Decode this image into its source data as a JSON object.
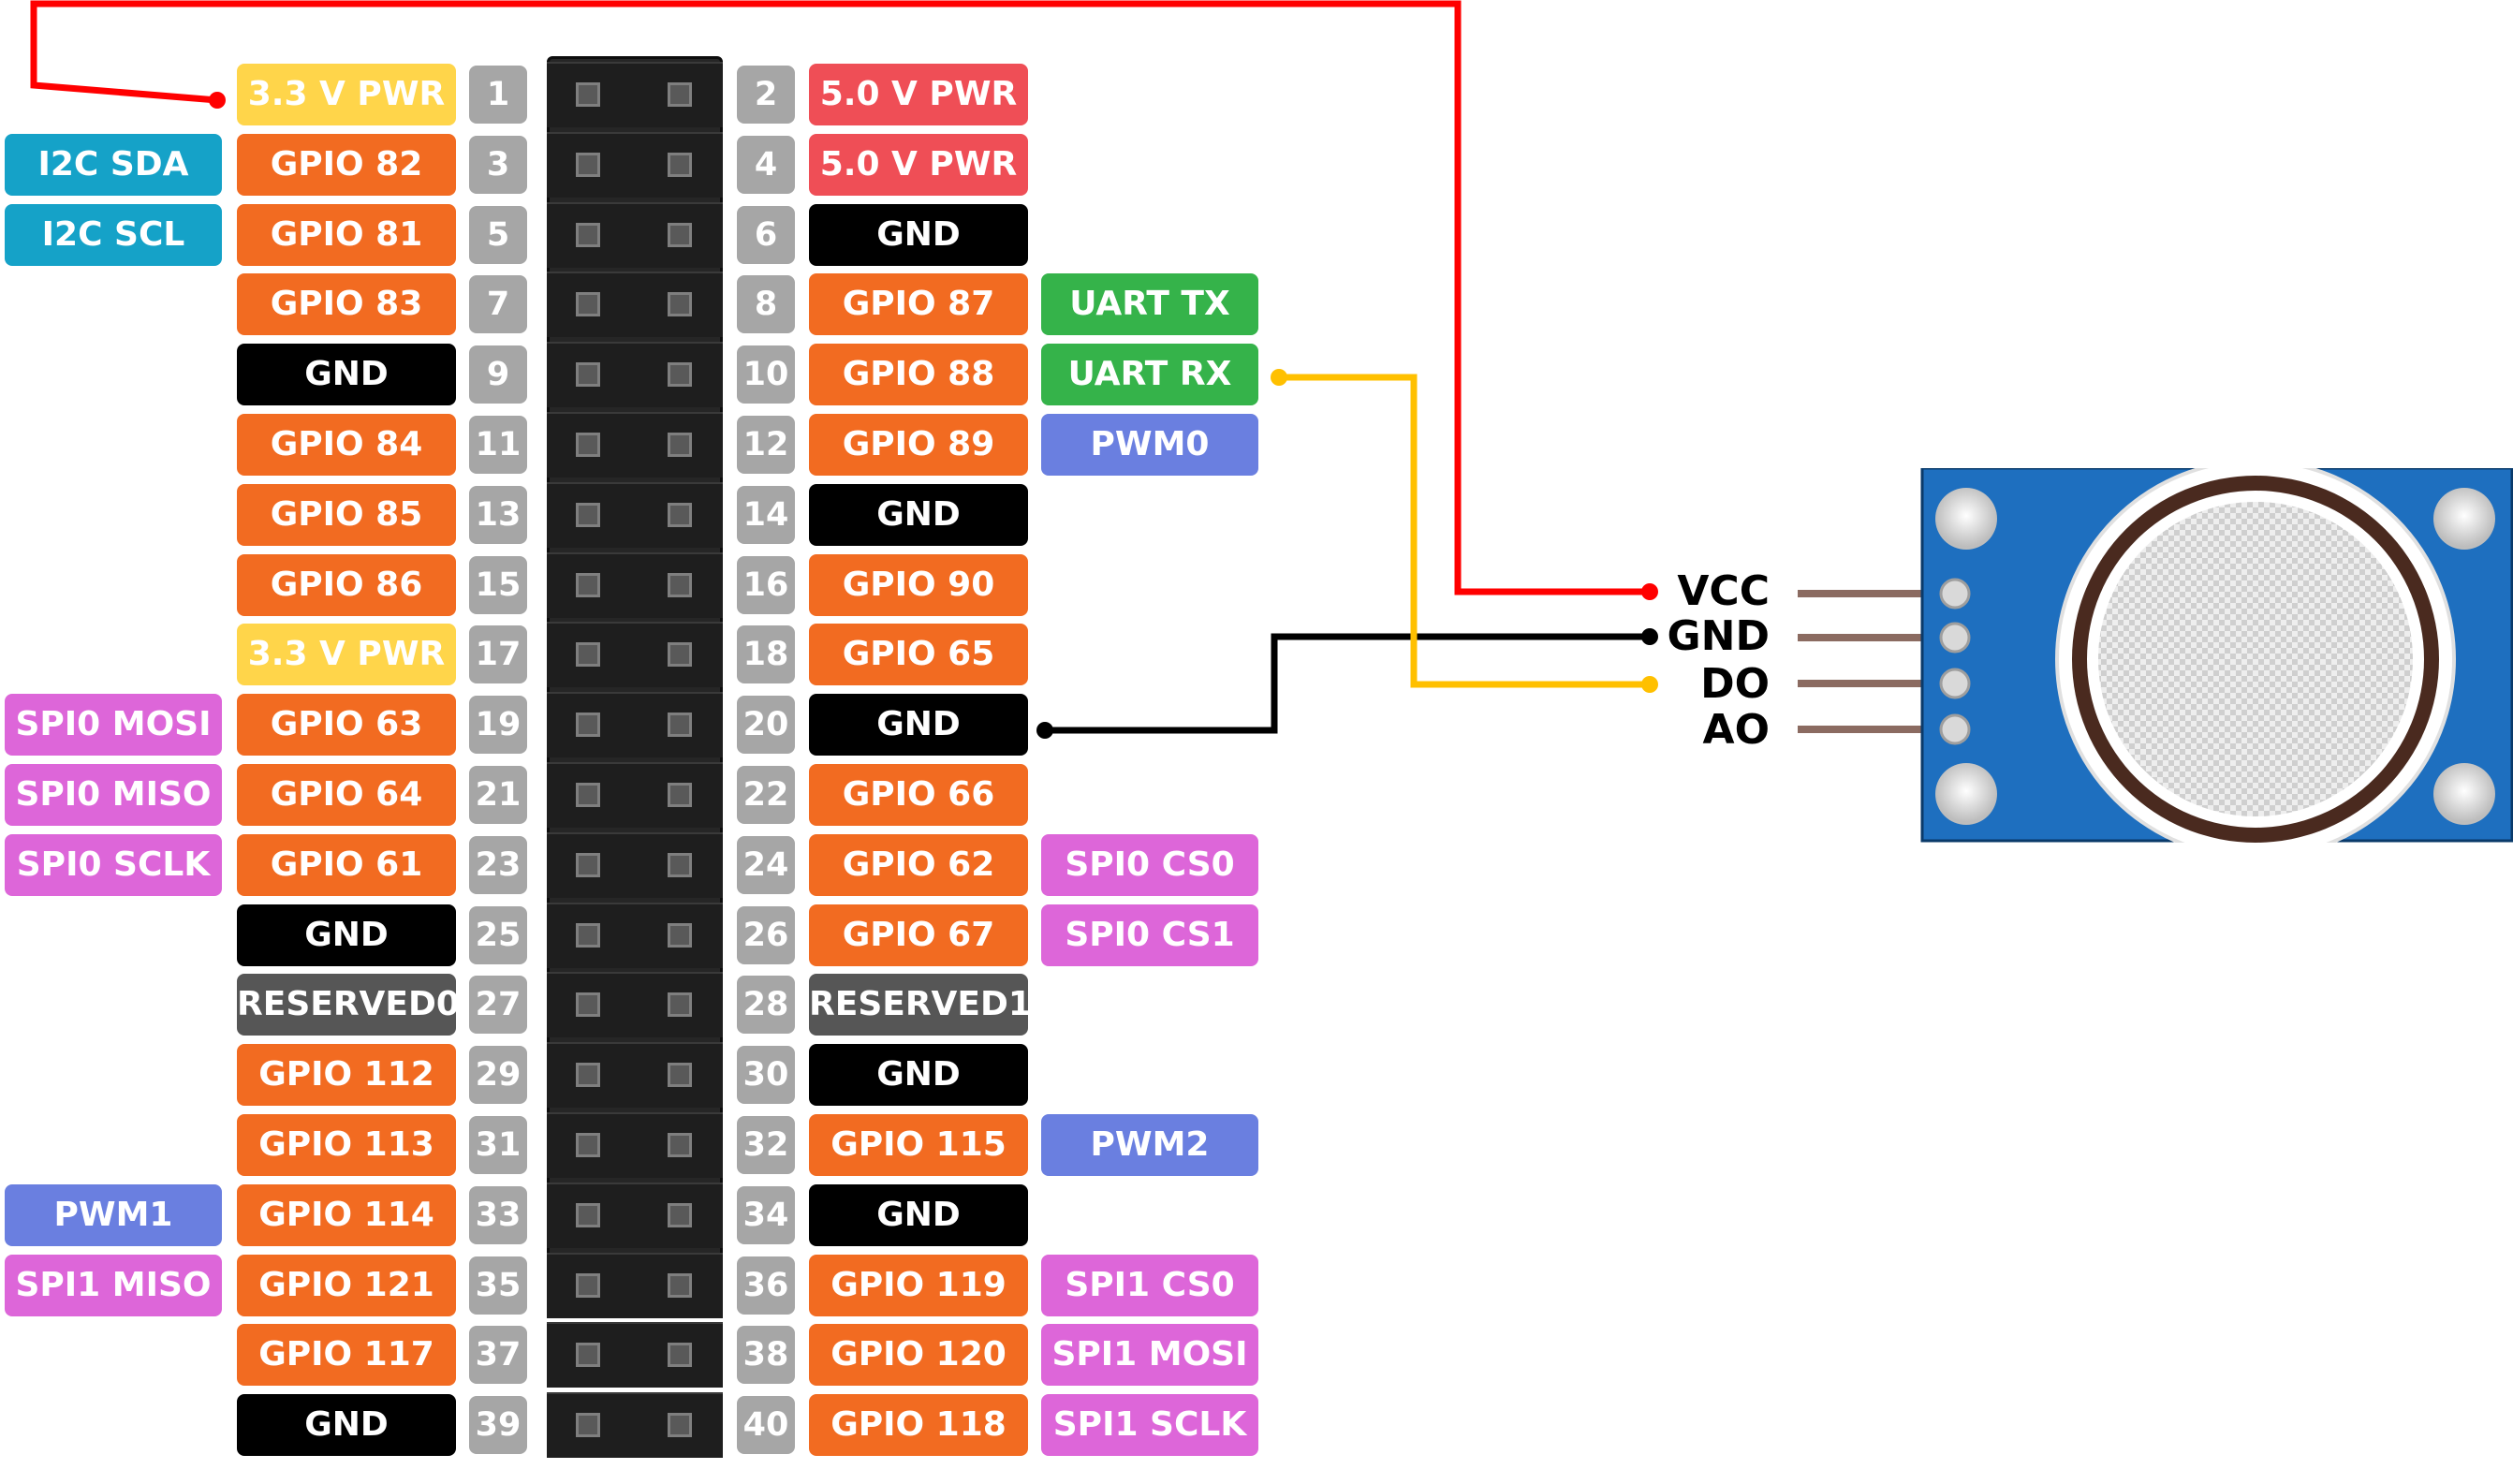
{
  "header_pins": [
    {
      "n": "1",
      "label": "3.3 V PWR",
      "color": "#ffd54a",
      "side": "left"
    },
    {
      "n": "2",
      "label": "5.0 V PWR",
      "color": "#ef4e56",
      "side": "right"
    },
    {
      "n": "3",
      "label": "GPIO 82",
      "color": "#f26b21",
      "side": "left",
      "alt": "I2C SDA",
      "alt_color": "#15a2c8"
    },
    {
      "n": "4",
      "label": "5.0 V PWR",
      "color": "#ef4e56",
      "side": "right"
    },
    {
      "n": "5",
      "label": "GPIO 81",
      "color": "#f26b21",
      "side": "left",
      "alt": "I2C SCL",
      "alt_color": "#15a2c8"
    },
    {
      "n": "6",
      "label": "GND",
      "color": "#000000",
      "side": "right"
    },
    {
      "n": "7",
      "label": "GPIO 83",
      "color": "#f26b21",
      "side": "left"
    },
    {
      "n": "8",
      "label": "GPIO 87",
      "color": "#f26b21",
      "side": "right",
      "alt": "UART TX",
      "alt_color": "#35b34a"
    },
    {
      "n": "9",
      "label": "GND",
      "color": "#000000",
      "side": "left"
    },
    {
      "n": "10",
      "label": "GPIO 88",
      "color": "#f26b21",
      "side": "right",
      "alt": "UART RX",
      "alt_color": "#35b34a"
    },
    {
      "n": "11",
      "label": "GPIO 84",
      "color": "#f26b21",
      "side": "left"
    },
    {
      "n": "12",
      "label": "GPIO 89",
      "color": "#f26b21",
      "side": "right",
      "alt": "PWM0",
      "alt_color": "#6a7fe0"
    },
    {
      "n": "13",
      "label": "GPIO 85",
      "color": "#f26b21",
      "side": "left"
    },
    {
      "n": "14",
      "label": "GND",
      "color": "#000000",
      "side": "right"
    },
    {
      "n": "15",
      "label": "GPIO 86",
      "color": "#f26b21",
      "side": "left"
    },
    {
      "n": "16",
      "label": "GPIO 90",
      "color": "#f26b21",
      "side": "right"
    },
    {
      "n": "17",
      "label": "3.3 V PWR",
      "color": "#ffd54a",
      "side": "left"
    },
    {
      "n": "18",
      "label": "GPIO 65",
      "color": "#f26b21",
      "side": "right"
    },
    {
      "n": "19",
      "label": "GPIO 63",
      "color": "#f26b21",
      "side": "left",
      "alt": "SPI0 MOSI",
      "alt_color": "#dd66d9"
    },
    {
      "n": "20",
      "label": "GND",
      "color": "#000000",
      "side": "right"
    },
    {
      "n": "21",
      "label": "GPIO 64",
      "color": "#f26b21",
      "side": "left",
      "alt": "SPI0 MISO",
      "alt_color": "#dd66d9"
    },
    {
      "n": "22",
      "label": "GPIO 66",
      "color": "#f26b21",
      "side": "right"
    },
    {
      "n": "23",
      "label": "GPIO 61",
      "color": "#f26b21",
      "side": "left",
      "alt": "SPI0 SCLK",
      "alt_color": "#dd66d9"
    },
    {
      "n": "24",
      "label": "GPIO 62",
      "color": "#f26b21",
      "side": "right",
      "alt": "SPI0 CS0",
      "alt_color": "#dd66d9"
    },
    {
      "n": "25",
      "label": "GND",
      "color": "#000000",
      "side": "left"
    },
    {
      "n": "26",
      "label": "GPIO 67",
      "color": "#f26b21",
      "side": "right",
      "alt": "SPI0 CS1",
      "alt_color": "#dd66d9"
    },
    {
      "n": "27",
      "label": "RESERVED0",
      "color": "#565656",
      "side": "left"
    },
    {
      "n": "28",
      "label": "RESERVED1",
      "color": "#565656",
      "side": "right"
    },
    {
      "n": "29",
      "label": "GPIO 112",
      "color": "#f26b21",
      "side": "left"
    },
    {
      "n": "30",
      "label": "GND",
      "color": "#000000",
      "side": "right"
    },
    {
      "n": "31",
      "label": "GPIO 113",
      "color": "#f26b21",
      "side": "left"
    },
    {
      "n": "32",
      "label": "GPIO 115",
      "color": "#f26b21",
      "side": "right",
      "alt": "PWM2",
      "alt_color": "#6a7fe0"
    },
    {
      "n": "33",
      "label": "GPIO 114",
      "color": "#f26b21",
      "side": "left",
      "alt": "PWM1",
      "alt_color": "#6a7fe0"
    },
    {
      "n": "34",
      "label": "GND",
      "color": "#000000",
      "side": "right"
    },
    {
      "n": "35",
      "label": "GPIO 121",
      "color": "#f26b21",
      "side": "left",
      "alt": "SPI1 MISO",
      "alt_color": "#dd66d9"
    },
    {
      "n": "36",
      "label": "GPIO 119",
      "color": "#f26b21",
      "side": "right",
      "alt": "SPI1 CS0",
      "alt_color": "#dd66d9"
    },
    {
      "n": "37",
      "label": "GPIO 117",
      "color": "#f26b21",
      "side": "left"
    },
    {
      "n": "38",
      "label": "GPIO 120",
      "color": "#f26b21",
      "side": "right",
      "alt": "SPI1 MOSI",
      "alt_color": "#dd66d9"
    },
    {
      "n": "39",
      "label": "GND",
      "color": "#000000",
      "side": "left"
    },
    {
      "n": "40",
      "label": "GPIO 118",
      "color": "#f26b21",
      "side": "right",
      "alt": "SPI1 SCLK",
      "alt_color": "#dd66d9"
    }
  ],
  "sensor": {
    "pins": [
      "VCC",
      "GND",
      "DO",
      "AO"
    ],
    "board_color": "#1e6fbf"
  },
  "connections": [
    {
      "from": "1",
      "to": "VCC",
      "color": "#ff0000"
    },
    {
      "from": "20",
      "to": "GND",
      "color": "#000000"
    },
    {
      "from": "10",
      "to": "DO",
      "color": "#ffc000"
    }
  ]
}
